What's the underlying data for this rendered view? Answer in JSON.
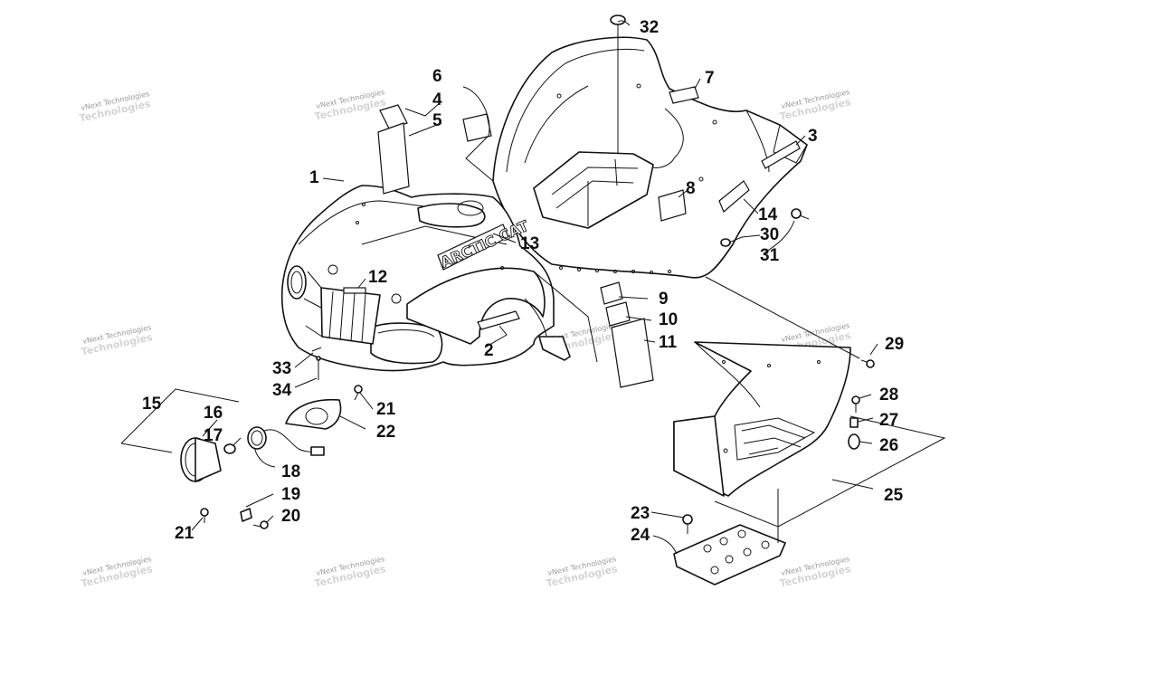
{
  "watermark": {
    "text": "vNext Technologies",
    "big_text": "Technologies"
  },
  "brand_decal": "ARCTIC CAT",
  "callouts": [
    {
      "id": "c1",
      "text": "1"
    },
    {
      "id": "c2",
      "text": "2"
    },
    {
      "id": "c3",
      "text": "3"
    },
    {
      "id": "c4",
      "text": "4"
    },
    {
      "id": "c5",
      "text": "5"
    },
    {
      "id": "c6",
      "text": "6"
    },
    {
      "id": "c7",
      "text": "7"
    },
    {
      "id": "c8",
      "text": "8"
    },
    {
      "id": "c9",
      "text": "9"
    },
    {
      "id": "c10",
      "text": "10"
    },
    {
      "id": "c11",
      "text": "11"
    },
    {
      "id": "c12",
      "text": "12"
    },
    {
      "id": "c13",
      "text": "13"
    },
    {
      "id": "c14",
      "text": "14"
    },
    {
      "id": "c15",
      "text": "15"
    },
    {
      "id": "c16",
      "text": "16"
    },
    {
      "id": "c17",
      "text": "17"
    },
    {
      "id": "c18",
      "text": "18"
    },
    {
      "id": "c19",
      "text": "19"
    },
    {
      "id": "c20",
      "text": "20"
    },
    {
      "id": "c21a",
      "text": "21"
    },
    {
      "id": "c21b",
      "text": "21"
    },
    {
      "id": "c22",
      "text": "22"
    },
    {
      "id": "c23",
      "text": "23"
    },
    {
      "id": "c24",
      "text": "24"
    },
    {
      "id": "c25",
      "text": "25"
    },
    {
      "id": "c26",
      "text": "26"
    },
    {
      "id": "c27",
      "text": "27"
    },
    {
      "id": "c28",
      "text": "28"
    },
    {
      "id": "c29",
      "text": "29"
    },
    {
      "id": "c30",
      "text": "30"
    },
    {
      "id": "c31",
      "text": "31"
    },
    {
      "id": "c32",
      "text": "32"
    },
    {
      "id": "c33",
      "text": "33"
    },
    {
      "id": "c34",
      "text": "34"
    }
  ]
}
